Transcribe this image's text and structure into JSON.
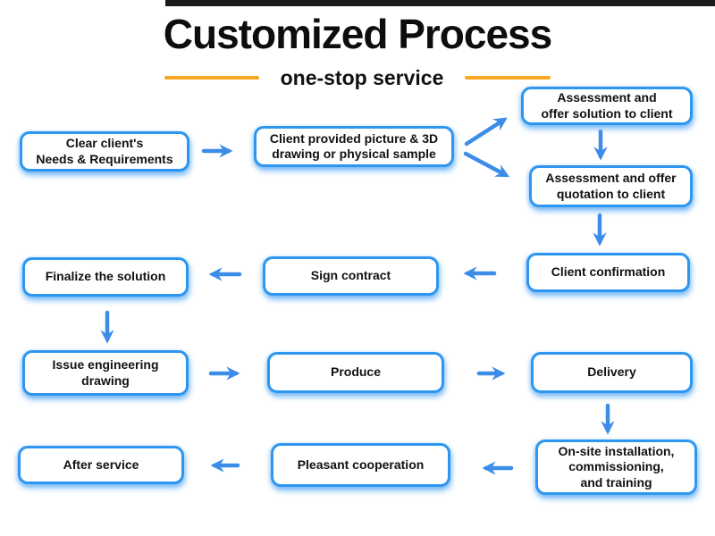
{
  "page": {
    "title": "Customized Process",
    "subtitle": "one-stop service"
  },
  "colors": {
    "box_border": "#2e96ef",
    "box_glow": "#8cc3fa",
    "arrow": "#3b8de8",
    "accent_line": "#f9a623",
    "title_text": "#0d0d0d",
    "top_bar": "#1b1b1b"
  },
  "flowchart": {
    "nodes": [
      {
        "id": "clear-needs",
        "label": "Clear client's\nNeeds & Requirements"
      },
      {
        "id": "client-sample",
        "label": "Client provided picture & 3D\ndrawing or physical sample"
      },
      {
        "id": "assess-solution",
        "label": "Assessment and\noffer solution to client"
      },
      {
        "id": "assess-quote",
        "label": "Assessment and offer\nquotation to client"
      },
      {
        "id": "client-confirm",
        "label": "Client confirmation"
      },
      {
        "id": "sign-contract",
        "label": "Sign contract"
      },
      {
        "id": "finalize",
        "label": "Finalize the solution"
      },
      {
        "id": "issue-drawing",
        "label": "Issue engineering\ndrawing"
      },
      {
        "id": "produce",
        "label": "Produce"
      },
      {
        "id": "delivery",
        "label": "Delivery"
      },
      {
        "id": "onsite",
        "label": "On-site installation,\ncommissioning,\nand training"
      },
      {
        "id": "pleasant",
        "label": "Pleasant cooperation"
      },
      {
        "id": "after-service",
        "label": "After service"
      }
    ],
    "edges": [
      {
        "from": "clear-needs",
        "to": "client-sample"
      },
      {
        "from": "client-sample",
        "to": "assess-solution"
      },
      {
        "from": "client-sample",
        "to": "assess-quote"
      },
      {
        "from": "assess-solution",
        "to": "assess-quote"
      },
      {
        "from": "assess-quote",
        "to": "client-confirm"
      },
      {
        "from": "client-confirm",
        "to": "sign-contract"
      },
      {
        "from": "sign-contract",
        "to": "finalize"
      },
      {
        "from": "finalize",
        "to": "issue-drawing"
      },
      {
        "from": "issue-drawing",
        "to": "produce"
      },
      {
        "from": "produce",
        "to": "delivery"
      },
      {
        "from": "delivery",
        "to": "onsite"
      },
      {
        "from": "onsite",
        "to": "pleasant"
      },
      {
        "from": "pleasant",
        "to": "after-service"
      }
    ]
  }
}
